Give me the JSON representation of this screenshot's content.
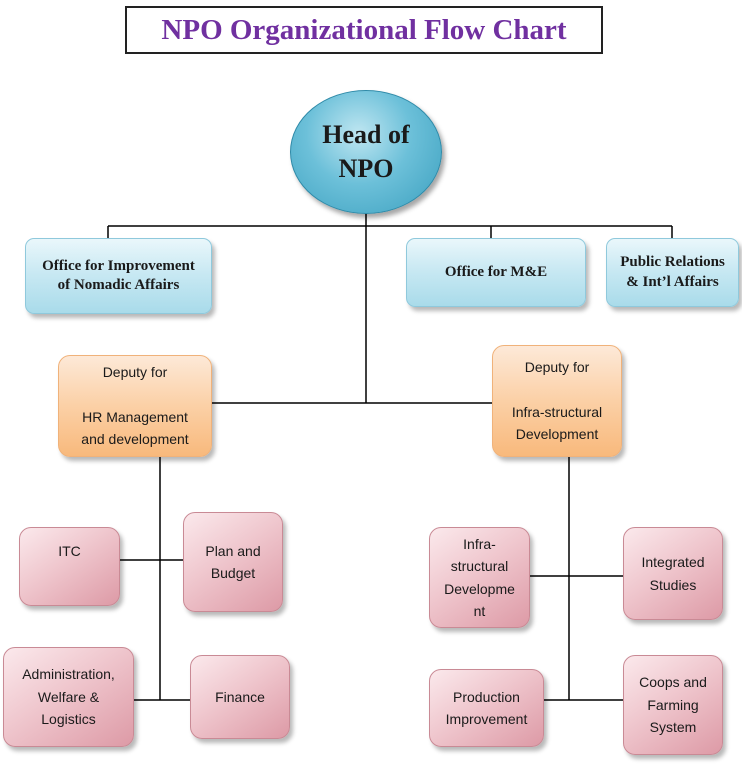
{
  "title": "NPO Organizational Flow Chart",
  "head": "Head of\nNPO",
  "offices": {
    "nomadic": "Office for Improvement\nof Nomadic Affairs",
    "me": "Office for M&E",
    "pr": "Public Relations\n& Int’l Affairs"
  },
  "deputies": {
    "hr": "Deputy for\n\nHR Management\nand development",
    "infra": "Deputy for\n\nInfra-structural\nDevelopment"
  },
  "hr_units": {
    "itc": "ITC",
    "plan": "Plan and\nBudget",
    "admin": "Administration,\nWelfare &\nLogistics",
    "finance": "Finance"
  },
  "infra_units": {
    "infra_dev": "Infra-\nstructural\nDevelopme\nnt",
    "integrated": "Integrated\nStudies",
    "production": "Production\nImprovement",
    "coops": "Coops and\nFarming\nSystem"
  },
  "colors": {
    "title_text": "#7030a0",
    "head_fill": "#4bafcc",
    "office_fill": "#b7e1ee",
    "deputy_fill": "#fbc894",
    "unit_fill": "#e8b3bc",
    "connector": "#000000"
  }
}
